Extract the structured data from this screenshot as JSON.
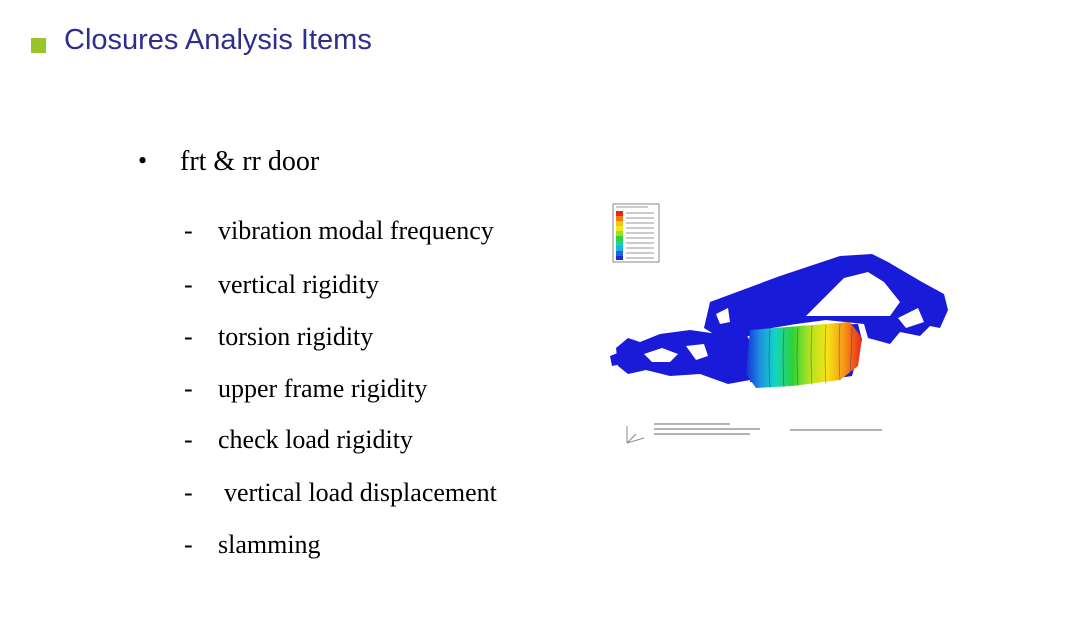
{
  "slide": {
    "title": "Closures Analysis Items",
    "bullet": {
      "glyph": "•",
      "text": "frt & rr door"
    },
    "subitems": [
      {
        "dash": "-",
        "text": "vibration modal frequency"
      },
      {
        "dash": "-",
        "text": "vertical rigidity"
      },
      {
        "dash": "-",
        "text": "torsion rigidity"
      },
      {
        "dash": "-",
        "text": "upper frame rigidity"
      },
      {
        "dash": "-",
        "text": "check load rigidity"
      },
      {
        "dash": "-",
        "text": "vertical load displacement"
      },
      {
        "dash": "-",
        "text": "slamming"
      }
    ],
    "colors": {
      "title": "#2e2e8c",
      "marker": "#9bc32a",
      "body_blue": "#1a1ad9"
    }
  }
}
